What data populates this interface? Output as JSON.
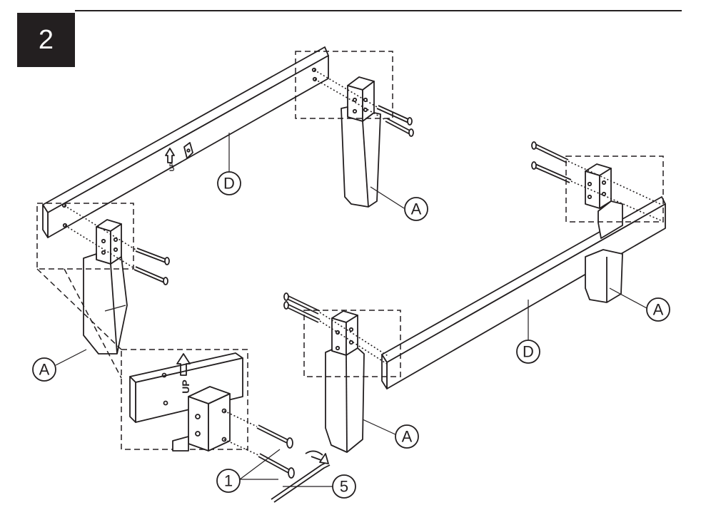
{
  "step": {
    "number": "2"
  },
  "labels": {
    "leg": "A",
    "rail": "D",
    "bolt": "1",
    "allen_key": "5",
    "up_mark": "UP"
  },
  "colors": {
    "ink": "#231f20",
    "background": "#ffffff"
  }
}
